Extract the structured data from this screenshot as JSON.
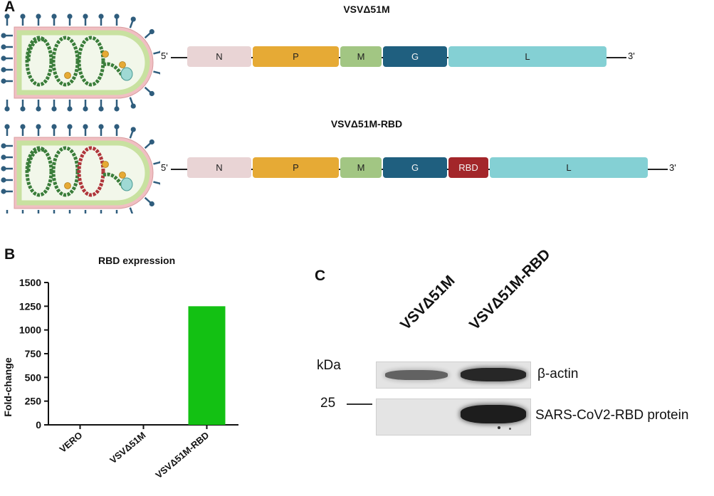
{
  "panels": {
    "a": "A",
    "b": "B",
    "c": "C"
  },
  "colors": {
    "N": "#e9d4d5",
    "P": "#e6aa35",
    "M": "#a2c683",
    "G": "#1f5f7f",
    "RBD": "#a3262a",
    "L": "#84d0d4",
    "bar": "#13c113",
    "virion_membrane": "#f0bfc2",
    "virion_inner": "#c8e1a0",
    "rna": "#3a7d3a",
    "rna_rbd": "#b0353b",
    "spike": "#2f5d7d"
  },
  "constructs": [
    {
      "title": "VSVΔ51M",
      "five": "5'",
      "three": "3'",
      "genes": [
        {
          "label": "N",
          "key": "N"
        },
        {
          "label": "P",
          "key": "P"
        },
        {
          "label": "M",
          "key": "M"
        },
        {
          "label": "G",
          "key": "G"
        },
        {
          "label": "L",
          "key": "L"
        }
      ]
    },
    {
      "title": "VSVΔ51M-RBD",
      "five": "5'",
      "three": "3'",
      "genes": [
        {
          "label": "N",
          "key": "N"
        },
        {
          "label": "P",
          "key": "P"
        },
        {
          "label": "M",
          "key": "M"
        },
        {
          "label": "G",
          "key": "G"
        },
        {
          "label": "RBD",
          "key": "RBD"
        },
        {
          "label": "L",
          "key": "L"
        }
      ]
    }
  ],
  "chart_data": {
    "type": "bar",
    "title": "RBD expression",
    "ylabel": "Fold-change",
    "xlabel": "",
    "categories": [
      "VERO",
      "VSVΔ51M",
      "VSVΔ51M-RBD"
    ],
    "values": [
      0,
      0,
      1250
    ],
    "ylim": [
      0,
      1500
    ],
    "yticks": [
      0,
      250,
      500,
      750,
      1000,
      1250,
      1500
    ],
    "grid": false
  },
  "blot": {
    "lanes": [
      "VSVΔ51M",
      "VSVΔ51M-RBD"
    ],
    "kda_label": "kDa",
    "marker": "25",
    "rows": [
      {
        "label": "β-actin",
        "lane_intensity": [
          0.55,
          0.85
        ]
      },
      {
        "label": "SARS-CoV2-RBD protein",
        "lane_intensity": [
          0,
          0.9
        ]
      }
    ]
  }
}
